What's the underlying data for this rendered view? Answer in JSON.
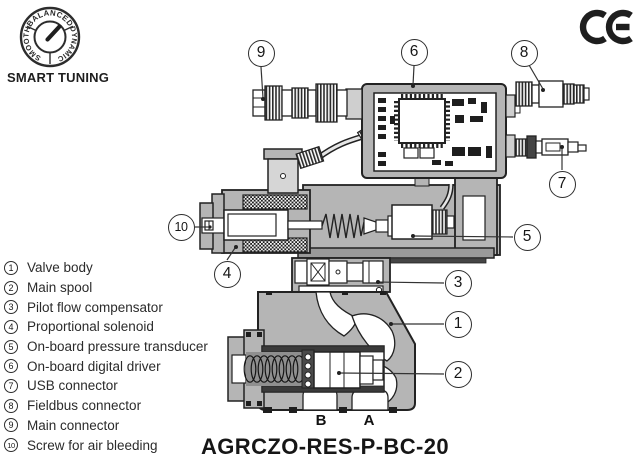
{
  "branding": {
    "smart_tuning_label": "SMART TUNING",
    "dial": {
      "top": "BALANCED",
      "left": "SMOOTH",
      "right": "DYNAMIC"
    },
    "ce_label": "CE"
  },
  "legend": {
    "items": [
      {
        "num": "1",
        "label": "Valve body"
      },
      {
        "num": "2",
        "label": "Main spool"
      },
      {
        "num": "3",
        "label": "Pilot flow compensator"
      },
      {
        "num": "4",
        "label": "Proportional solenoid"
      },
      {
        "num": "5",
        "label": "On-board pressure transducer"
      },
      {
        "num": "6",
        "label": "On-board digital driver"
      },
      {
        "num": "7",
        "label": "USB connector"
      },
      {
        "num": "8",
        "label": "Fieldbus connector"
      },
      {
        "num": "9",
        "label": "Main connector"
      },
      {
        "num": "10",
        "label": "Screw for air bleeding"
      }
    ]
  },
  "diagram": {
    "model_code": "AGRCZO-RES-P-BC-20",
    "ports": [
      {
        "label": "B"
      },
      {
        "label": "A"
      }
    ],
    "callouts": [
      {
        "num": "9",
        "target": "Main connector"
      },
      {
        "num": "6",
        "target": "On-board digital driver"
      },
      {
        "num": "8",
        "target": "Fieldbus connector"
      },
      {
        "num": "7",
        "target": "USB connector"
      },
      {
        "num": "5",
        "target": "On-board pressure transducer"
      },
      {
        "num": "10",
        "target": "Screw for air bleeding"
      },
      {
        "num": "4",
        "target": "Proportional solenoid"
      },
      {
        "num": "3",
        "target": "Pilot flow compensator"
      },
      {
        "num": "1",
        "target": "Valve body"
      },
      {
        "num": "2",
        "target": "Main spool"
      }
    ]
  },
  "colors": {
    "line": "#2a2a2a",
    "body_fill": "#b5b5b5",
    "dark_fill": "#3a3a3a",
    "background": "#ffffff"
  }
}
